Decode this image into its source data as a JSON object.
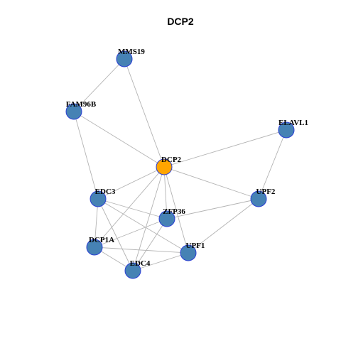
{
  "title": "DCP2",
  "colors": {
    "hub": "#FFA500",
    "node": "#4682B4",
    "node_border": "#2B3FD4",
    "edge": "#B3B3B3"
  },
  "nodes": [
    {
      "id": "DCP2",
      "label": "DCP2",
      "hub": true
    },
    {
      "id": "MMS19",
      "label": "MMS19",
      "hub": false
    },
    {
      "id": "FAM96B",
      "label": "FAM96B",
      "hub": false
    },
    {
      "id": "ELAVL1",
      "label": "ELAVL1",
      "hub": false
    },
    {
      "id": "EDC3",
      "label": "EDC3",
      "hub": false
    },
    {
      "id": "UPF2",
      "label": "UPF2",
      "hub": false
    },
    {
      "id": "ZFP36",
      "label": "ZFP36",
      "hub": false
    },
    {
      "id": "DCP1A",
      "label": "DCP1A",
      "hub": false
    },
    {
      "id": "UPF1",
      "label": "UPF1",
      "hub": false
    },
    {
      "id": "EDC4",
      "label": "EDC4",
      "hub": false
    }
  ],
  "edges": [
    [
      "MMS19",
      "FAM96B"
    ],
    [
      "MMS19",
      "DCP2"
    ],
    [
      "FAM96B",
      "DCP2"
    ],
    [
      "FAM96B",
      "EDC3"
    ],
    [
      "ELAVL1",
      "DCP2"
    ],
    [
      "ELAVL1",
      "UPF2"
    ],
    [
      "DCP2",
      "EDC3"
    ],
    [
      "DCP2",
      "UPF2"
    ],
    [
      "DCP2",
      "ZFP36"
    ],
    [
      "DCP2",
      "DCP1A"
    ],
    [
      "DCP2",
      "UPF1"
    ],
    [
      "DCP2",
      "EDC4"
    ],
    [
      "EDC3",
      "DCP1A"
    ],
    [
      "EDC3",
      "ZFP36"
    ],
    [
      "EDC3",
      "EDC4"
    ],
    [
      "EDC3",
      "UPF1"
    ],
    [
      "UPF2",
      "ZFP36"
    ],
    [
      "UPF2",
      "UPF1"
    ],
    [
      "ZFP36",
      "DCP1A"
    ],
    [
      "ZFP36",
      "EDC4"
    ],
    [
      "DCP1A",
      "EDC4"
    ],
    [
      "DCP1A",
      "UPF1"
    ],
    [
      "EDC4",
      "UPF1"
    ]
  ]
}
